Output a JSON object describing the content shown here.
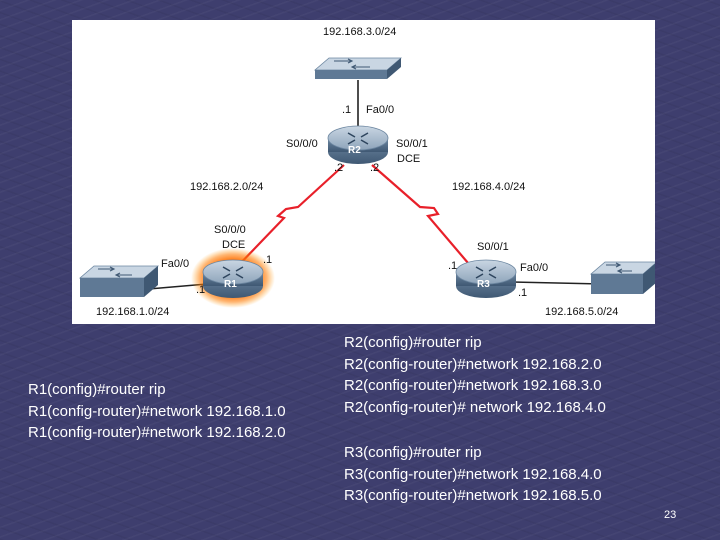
{
  "diagram": {
    "networks": {
      "top": "192.168.3.0/24",
      "left_link": "192.168.2.0/24",
      "right_link": "192.168.4.0/24",
      "bottom_left": "192.168.1.0/24",
      "bottom_right": "192.168.5.0/24"
    },
    "routers": {
      "r1": {
        "name": "R1",
        "serial": "S0/0/0",
        "dce": "DCE",
        "serial_ip": ".1",
        "fa": "Fa0/0",
        "fa_ip": ".1"
      },
      "r2": {
        "name": "R2",
        "fa_ip": ".1",
        "fa": "Fa0/0",
        "s000": "S0/0/0",
        "s000_ip": ".2",
        "s001": "S0/0/1",
        "s001_ip": ".2",
        "dce": "DCE"
      },
      "r3": {
        "name": "R3",
        "serial": "S0/0/1",
        "serial_ip": ".1",
        "fa": "Fa0/0",
        "fa_ip": ".1"
      }
    },
    "highlight_color": "#ff6a00",
    "link_color": "#e8202a"
  },
  "commands": {
    "r1": [
      "R1(config)#router rip",
      "R1(config-router)#network 192.168.1.0",
      "R1(config-router)#network 192.168.2.0"
    ],
    "r2": [
      "R2(config)#router rip",
      "R2(config-router)#network 192.168.2.0",
      "R2(config-router)#network 192.168.3.0",
      "R2(config-router)# network 192.168.4.0"
    ],
    "r3": [
      "R3(config)#router rip",
      "R3(config-router)#network 192.168.4.0",
      "R3(config-router)#network 192.168.5.0"
    ]
  },
  "page_number": "23"
}
